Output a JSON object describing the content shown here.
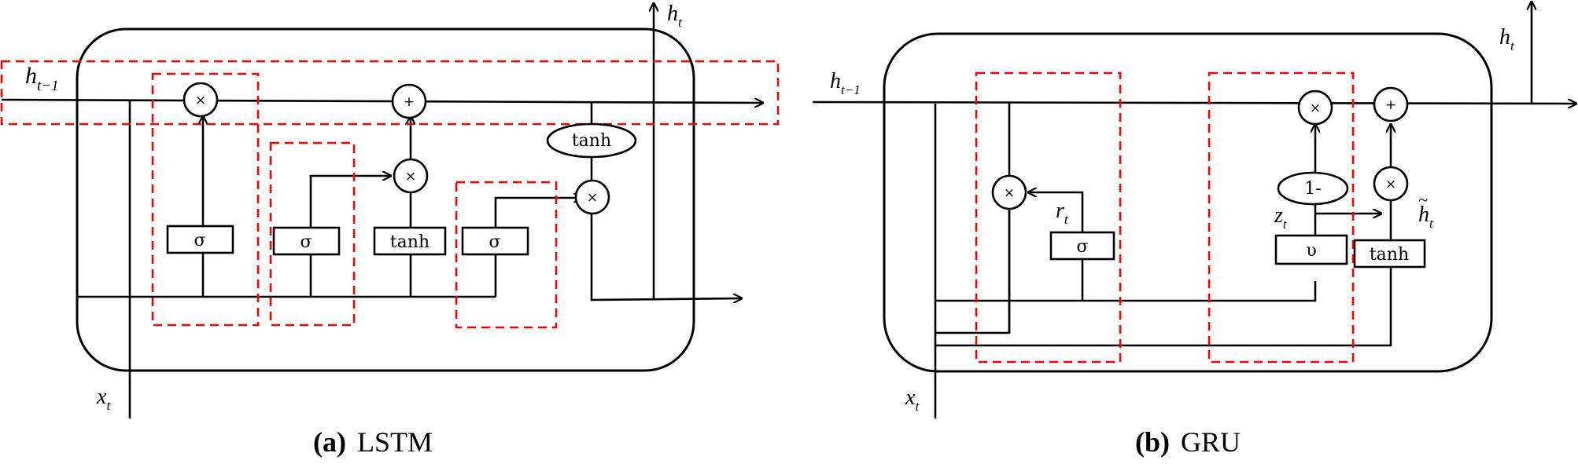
{
  "panels": [
    {
      "id": "lstm",
      "caption_prefix": "(a)",
      "caption_name": "LSTM",
      "labels": {
        "prev_hidden": "h",
        "prev_hidden_sub": "t−1",
        "output": "h",
        "output_sub": "t",
        "input": "x",
        "input_sub": "t"
      },
      "gates": [
        "σ",
        "σ",
        "tanh",
        "σ"
      ],
      "output_activation": "tanh",
      "operators": {
        "multiply": "×",
        "add": "+"
      }
    },
    {
      "id": "gru",
      "caption_prefix": "(b)",
      "caption_name": "GRU",
      "labels": {
        "prev_hidden": "h",
        "prev_hidden_sub": "t−1",
        "output": "h",
        "output_sub": "t",
        "input": "x",
        "input_sub": "t",
        "reset": "r",
        "reset_sub": "t",
        "update": "z",
        "update_sub": "t",
        "candidate": "h",
        "candidate_sub": "t",
        "candidate_accent": "~"
      },
      "gates": [
        "σ",
        "υ",
        "tanh"
      ],
      "one_minus": "1-",
      "operators": {
        "multiply": "×",
        "add": "+"
      }
    }
  ],
  "colors": {
    "line": "#000000",
    "highlight": "#ff0000"
  }
}
